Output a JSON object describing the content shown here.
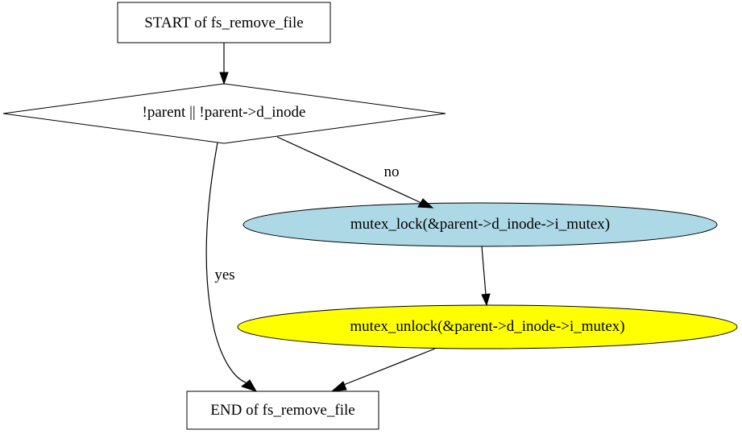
{
  "nodes": {
    "start": {
      "label": "START of fs_remove_file",
      "fill": "#ffffff"
    },
    "decision": {
      "label": "!parent || !parent->d_inode",
      "fill": "#ffffff"
    },
    "lock": {
      "label": "mutex_lock(&parent->d_inode->i_mutex)",
      "fill": "#add8e6"
    },
    "unlock": {
      "label": "mutex_unlock(&parent->d_inode->i_mutex)",
      "fill": "#ffff00"
    },
    "end": {
      "label": "END of fs_remove_file",
      "fill": "#ffffff"
    }
  },
  "edges": {
    "no_label": "no",
    "yes_label": "yes"
  }
}
